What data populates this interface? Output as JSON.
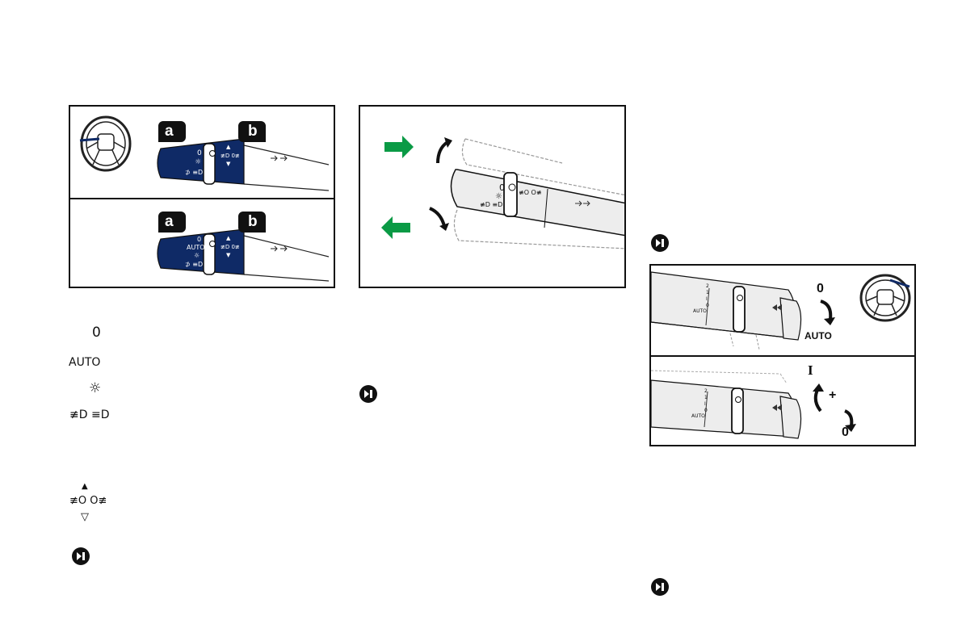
{
  "panel1": {
    "callout_a": "a",
    "callout_b": "b",
    "top_ring": [
      "0",
      "☼",
      "⊅ ≡D"
    ],
    "bottom_ring": [
      "0",
      "AUTO",
      "☼",
      "⊅ ≡D"
    ],
    "fog_column": [
      "▲",
      "≢D 0≢",
      "▼"
    ]
  },
  "legend": {
    "off": "0",
    "auto": "AUTO",
    "sidelights": "☼",
    "beams": "≢D ≡D",
    "fog_up": "▲",
    "fog": "≢O O≢",
    "fog_down": "▽"
  },
  "wiper": {
    "top_from": "0",
    "top_to": "AUTO",
    "bottom_i": "I",
    "bottom_plus": "+",
    "bottom_to": "0",
    "scale": [
      "2",
      "1",
      "I",
      "0",
      "AUTO"
    ]
  },
  "colors": {
    "navy": "#0f2a66",
    "green": "#0a9a45"
  }
}
